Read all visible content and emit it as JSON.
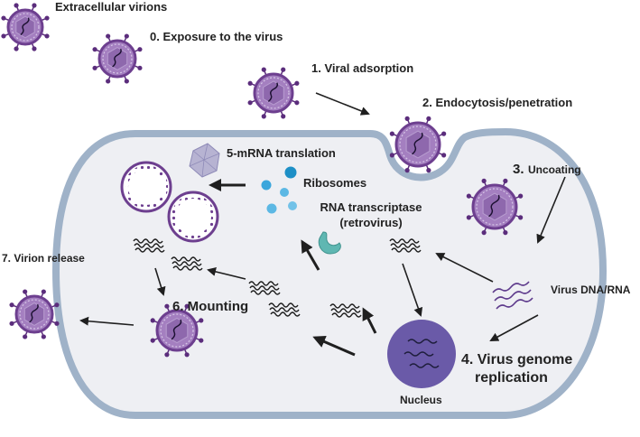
{
  "labels": {
    "extracellular": "Extracellular virions",
    "step0": "0. Exposure to the virus",
    "step1": "1. Viral adsorption",
    "step2": "2. Endocytosis/penetration",
    "step3_num": "3.",
    "step3_text": "Uncoating",
    "step4_line1": "4. Virus genome",
    "step4_line2": "replication",
    "step5": "5-mRNA translation",
    "ribosomes": "Ribosomes",
    "rt_line1": "RNA transcriptase",
    "rt_line2": "(retrovirus)",
    "step6": "6. Mounting",
    "step7": "7. Virion release",
    "virus_genome": "Virus DNA/RNA",
    "nucleus": "Nucleus"
  },
  "colors": {
    "virion_fill": "#a47fc0",
    "virion_membrane": "#6d3f8f",
    "spike": "#5b2d7c",
    "cell_fill": "#eeeff3",
    "cell_membrane": "#9fb2c8",
    "nucleus": "#6a5aa8",
    "ribosome": "#29a3d8",
    "enzyme": "#5fb7b2",
    "arrow": "#1f1f1f"
  },
  "icons": [
    "virion-icon",
    "capsid-icon",
    "ribosome-icon",
    "enzyme-icon",
    "nucleus-icon",
    "rna-strand-icon",
    "vesicle-icon"
  ]
}
